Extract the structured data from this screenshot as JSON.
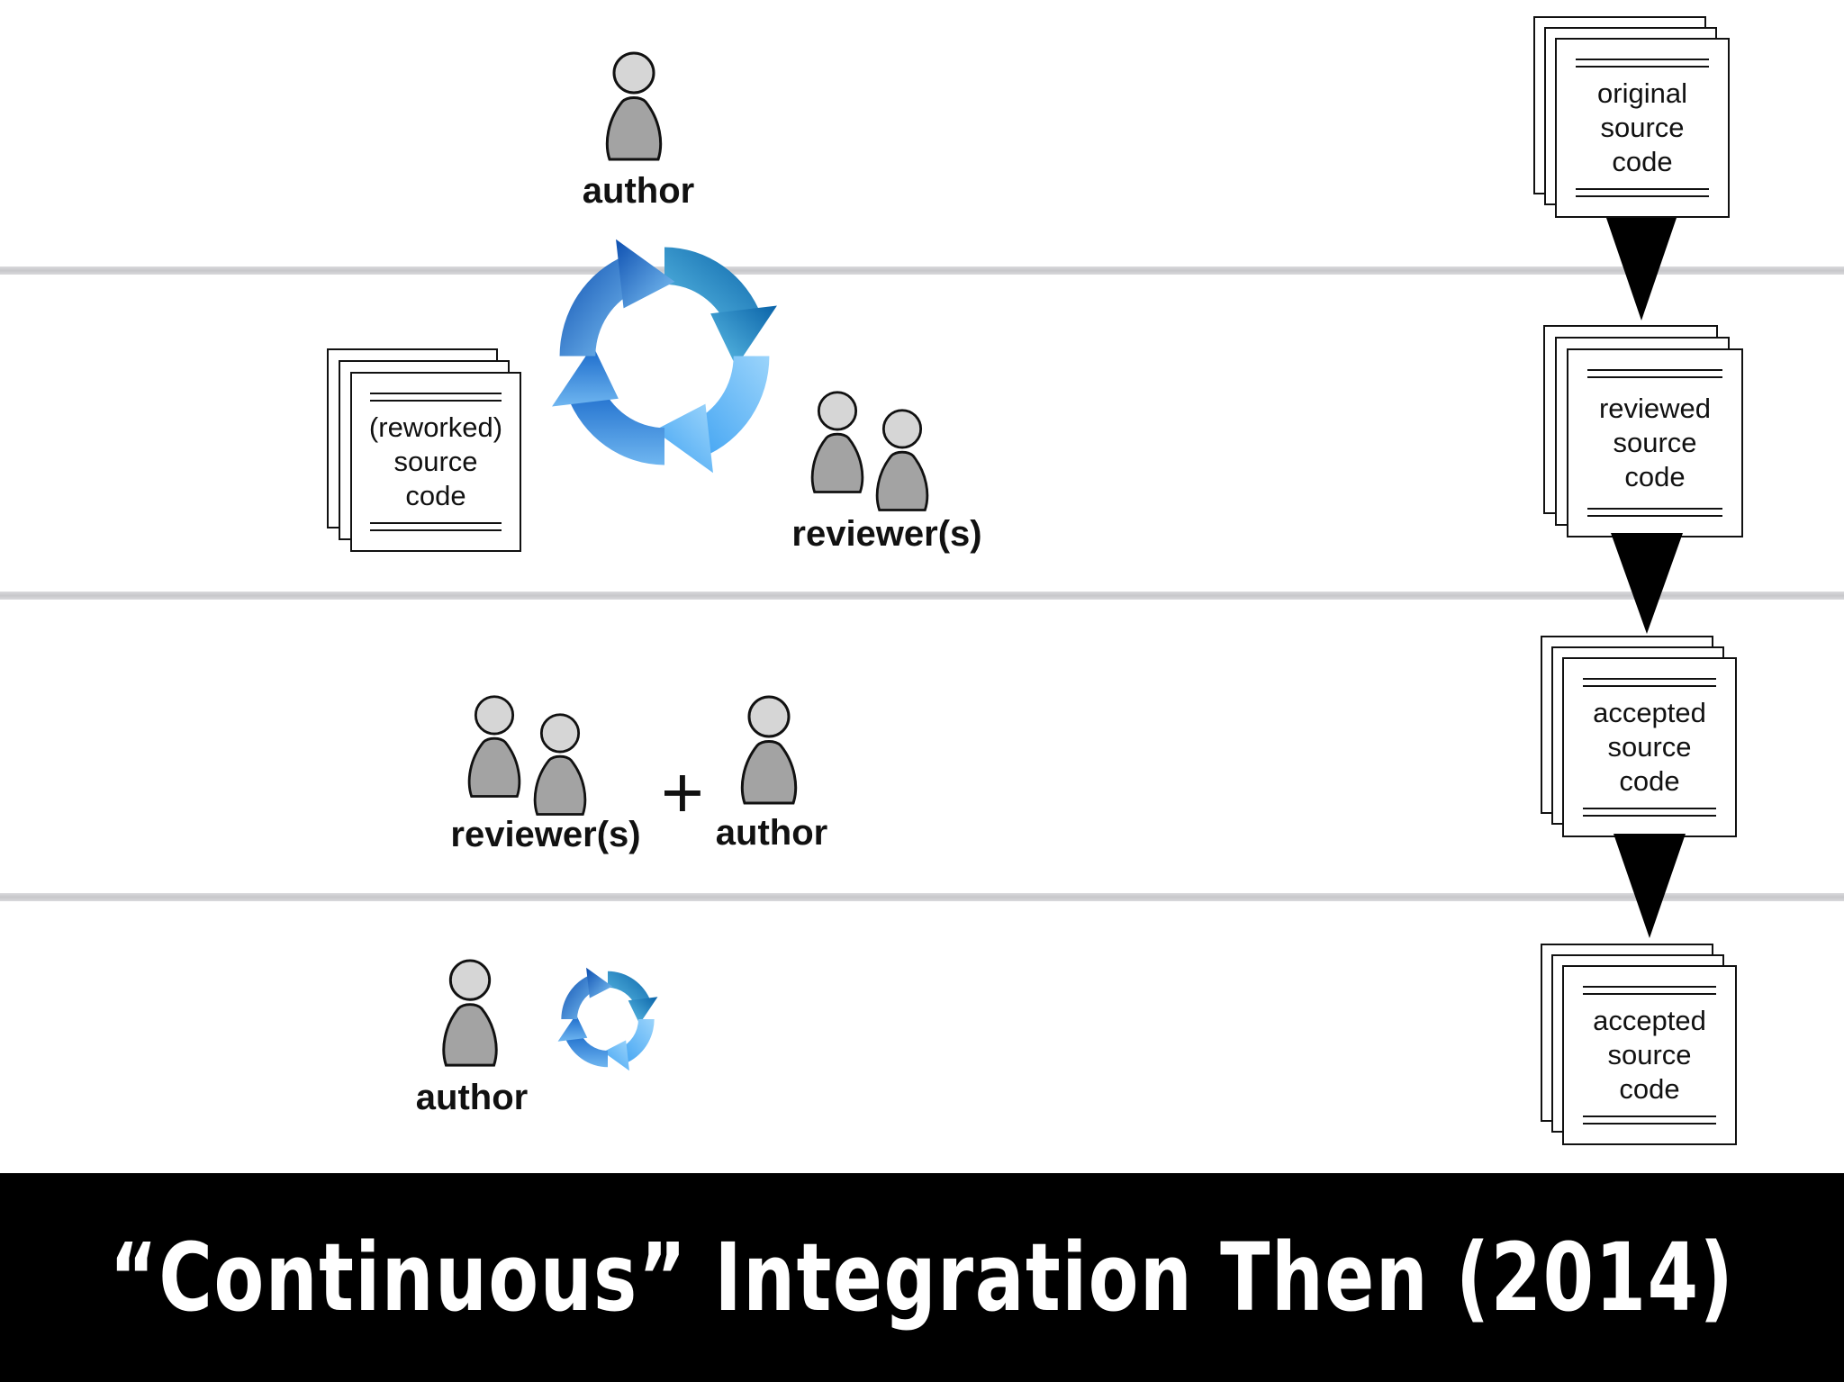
{
  "labels": {
    "author_top": "author",
    "reviewers_mid": "reviewer(s)",
    "reviewers_lower": "reviewer(s)",
    "plus": "+",
    "author_lower": "author",
    "author_bottom": "author"
  },
  "left_doc": {
    "line1": "(reworked)",
    "line2": "source",
    "line3": "code"
  },
  "pipeline": [
    {
      "text": "original\nsource\ncode"
    },
    {
      "text": "reviewed\nsource\ncode"
    },
    {
      "text": "accepted\nsource\ncode"
    },
    {
      "text": "accepted\nsource\ncode"
    }
  ],
  "footer": {
    "title": "“Continuous” Integration Then (2014)"
  },
  "colors": {
    "person_fill": "#a9a9a9",
    "person_head": "#d3d3d3",
    "cycle_dark": "#1a5fb4",
    "cycle_light": "#4aa8f0",
    "footer_bg": "#000000"
  }
}
